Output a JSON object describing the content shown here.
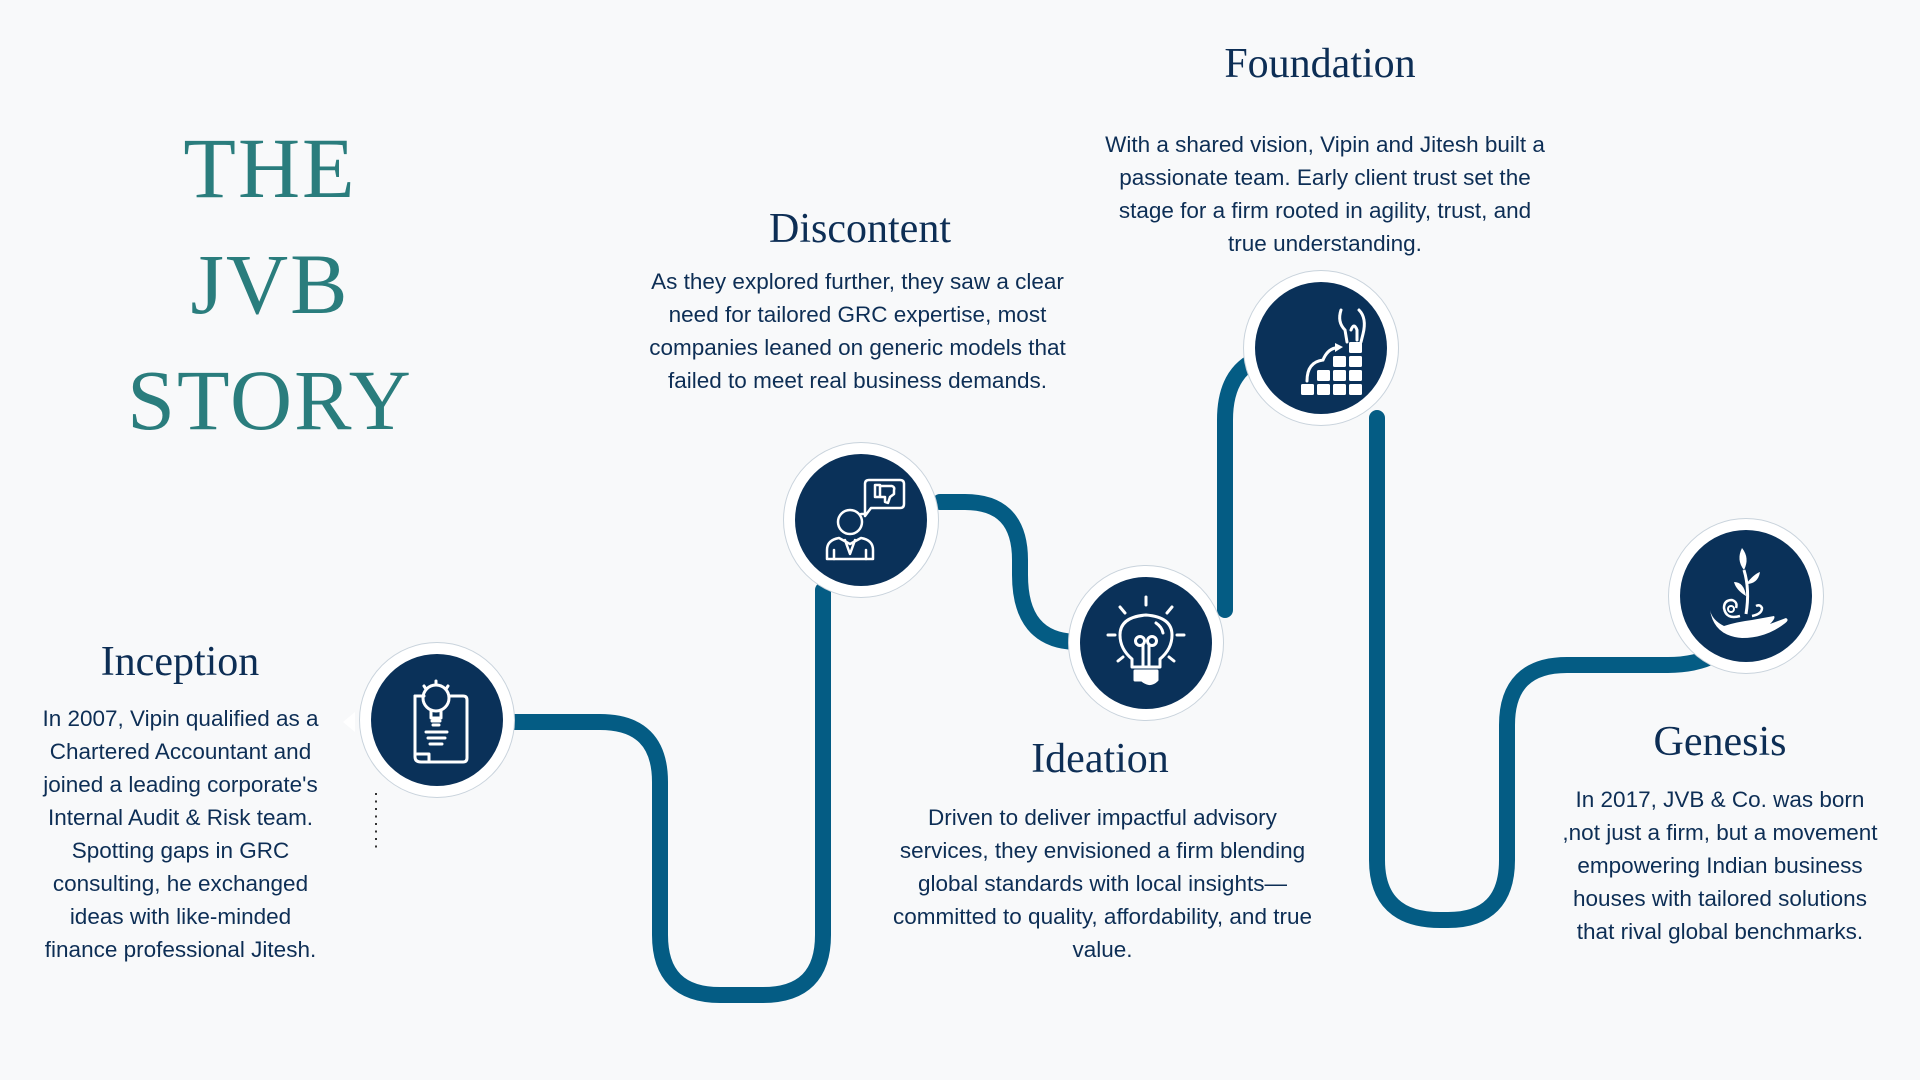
{
  "page": {
    "title_line1": "THE JVB",
    "title_line2": "STORY"
  },
  "colors": {
    "background": "#f8f9fa",
    "title": "#2a7d7d",
    "path": "#045c84",
    "node_fill": "#0a3159",
    "text": "#0d2e55"
  },
  "milestones": [
    {
      "heading": "Inception",
      "icon": "idea-document-icon",
      "text": "In 2007, Vipin qualified as a Chartered Accountant and joined a leading corporate's Internal Audit & Risk team. Spotting gaps in GRC consulting, he exchanged ideas with like-minded finance professional Jitesh."
    },
    {
      "heading": "Discontent",
      "icon": "person-thumbs-down-icon",
      "text": "As they explored further, they saw a clear need for tailored GRC expertise, most companies leaned on generic models that failed to meet real business demands."
    },
    {
      "heading": "Ideation",
      "icon": "lightbulb-icon",
      "text": "Driven to deliver impactful advisory services, they envisioned a firm blending global standards with local insights—committed to quality, affordability, and true value."
    },
    {
      "heading": "Foundation",
      "icon": "hand-building-blocks-icon",
      "text": "With a shared vision, Vipin and Jitesh built a passionate team. Early client trust set the stage for a firm rooted in agility, trust, and true understanding."
    },
    {
      "heading": "Genesis",
      "icon": "hand-sprout-icon",
      "text": "In 2017, JVB & Co. was born ,not just a firm, but a movement empowering Indian business houses with tailored solutions that rival global benchmarks."
    }
  ]
}
